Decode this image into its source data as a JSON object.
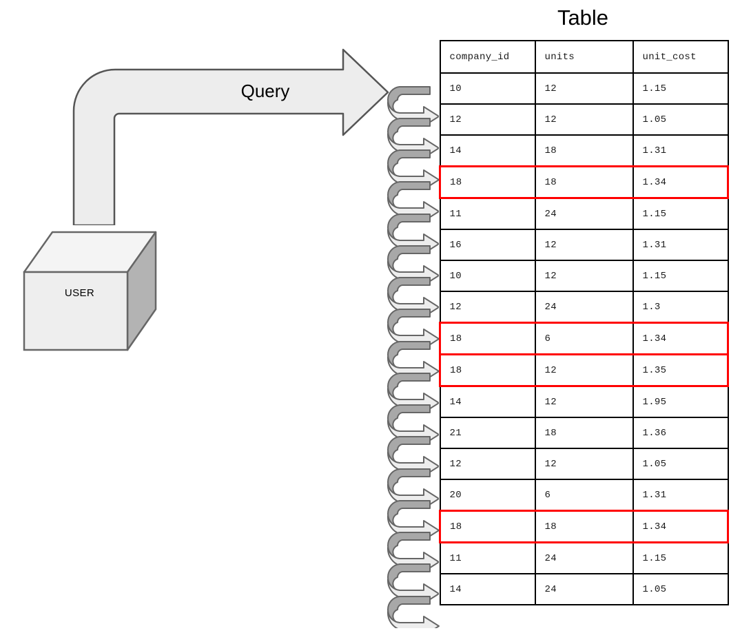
{
  "diagram": {
    "actor": {
      "label": "USER",
      "shape": "cube-3d",
      "face_color": "#eeeeee",
      "top_color": "#f4f4f4",
      "side_color": "#b3b3b3",
      "stroke_color": "#666666"
    },
    "arrow": {
      "label": "Query",
      "shape": "bent-arrow-right",
      "fill_color": "#ededed",
      "stroke_color": "#555555"
    },
    "coil": {
      "icon": "loop-arrow-icon",
      "count": 17,
      "back_band_color": "#a8a8a8",
      "front_band_color": "#ededed",
      "stroke_color": "#666666"
    }
  },
  "table": {
    "title": "Table",
    "border_color": "#000000",
    "highlight_color": "#ff0000",
    "columns": [
      "company_id",
      "units",
      "unit_cost"
    ],
    "rows": [
      {
        "company_id": "10",
        "units": "12",
        "unit_cost": "1.15",
        "highlight": false
      },
      {
        "company_id": "12",
        "units": "12",
        "unit_cost": "1.05",
        "highlight": false
      },
      {
        "company_id": "14",
        "units": "18",
        "unit_cost": "1.31",
        "highlight": false
      },
      {
        "company_id": "18",
        "units": "18",
        "unit_cost": "1.34",
        "highlight": true
      },
      {
        "company_id": "11",
        "units": "24",
        "unit_cost": "1.15",
        "highlight": false
      },
      {
        "company_id": "16",
        "units": "12",
        "unit_cost": "1.31",
        "highlight": false
      },
      {
        "company_id": "10",
        "units": "12",
        "unit_cost": "1.15",
        "highlight": false
      },
      {
        "company_id": "12",
        "units": "24",
        "unit_cost": "1.3",
        "highlight": false
      },
      {
        "company_id": "18",
        "units": "6",
        "unit_cost": "1.34",
        "highlight": true
      },
      {
        "company_id": "18",
        "units": "12",
        "unit_cost": "1.35",
        "highlight": true
      },
      {
        "company_id": "14",
        "units": "12",
        "unit_cost": "1.95",
        "highlight": false
      },
      {
        "company_id": "21",
        "units": "18",
        "unit_cost": "1.36",
        "highlight": false
      },
      {
        "company_id": "12",
        "units": "12",
        "unit_cost": "1.05",
        "highlight": false
      },
      {
        "company_id": "20",
        "units": "6",
        "unit_cost": "1.31",
        "highlight": false
      },
      {
        "company_id": "18",
        "units": "18",
        "unit_cost": "1.34",
        "highlight": true
      },
      {
        "company_id": "11",
        "units": "24",
        "unit_cost": "1.15",
        "highlight": false
      },
      {
        "company_id": "14",
        "units": "24",
        "unit_cost": "1.05",
        "highlight": false
      }
    ]
  }
}
